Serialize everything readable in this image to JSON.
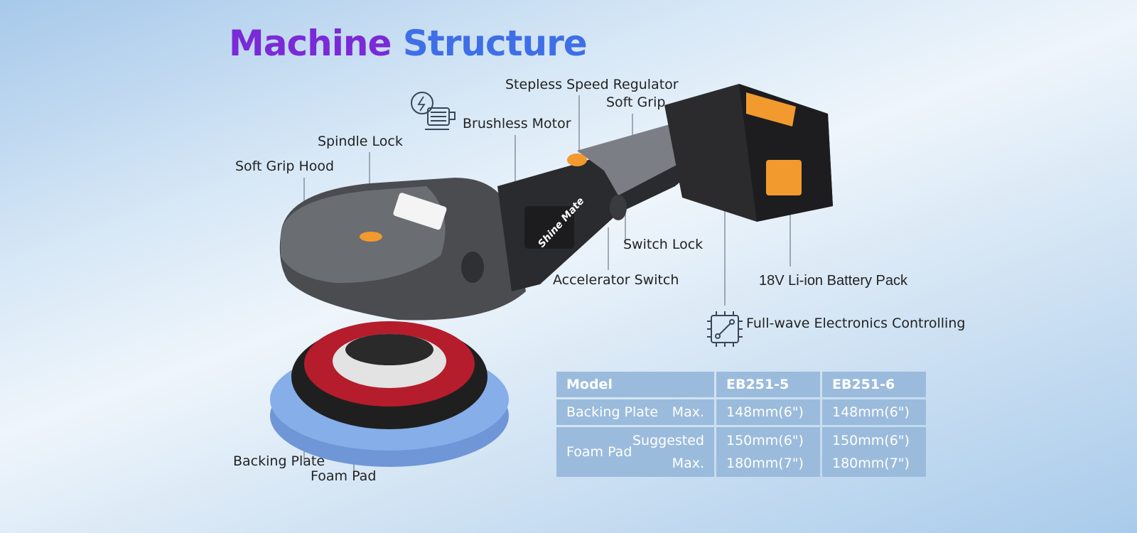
{
  "title": {
    "part1": "Machine",
    "part2": "Structure"
  },
  "labels": {
    "stepless_speed_regulator": "Stepless Speed Regulator",
    "soft_grip": "Soft Grip",
    "brushless_motor": "Brushless Motor",
    "spindle_lock": "Spindle Lock",
    "soft_grip_hood": "Soft Grip Hood",
    "switch_lock": "Switch Lock",
    "accelerator_switch": "Accelerator Switch",
    "battery_pack": "18V Li-ion Battery Pack",
    "electronics": "Full-wave Electronics Controlling",
    "backing_plate": "Backing Plate",
    "foam_pad": "Foam Pad"
  },
  "product_text": {
    "brand": "Shine Mate"
  },
  "spec_table": {
    "model_header": "Model",
    "models": [
      "EB251-5",
      "EB251-6"
    ],
    "backing_plate": {
      "label": "Backing Plate",
      "sub": "Max.",
      "values": [
        "148mm(6\")",
        "148mm(6\")"
      ]
    },
    "foam_pad": {
      "label": "Foam Pad",
      "sub1": "Suggested",
      "sub2": "Max.",
      "suggested": [
        "150mm(6\")",
        "150mm(6\")"
      ],
      "max": [
        "180mm(7\")",
        "180mm(7\")"
      ]
    }
  },
  "icons": [
    "motor-icon",
    "circuit-chip-icon"
  ],
  "colors": {
    "title_purple": "#7a2ad6",
    "title_blue": "#3f6fe6",
    "accent_orange": "#f29a2e",
    "pad_blue": "#7fa9e3",
    "table_bg": "#9bbbdc"
  }
}
